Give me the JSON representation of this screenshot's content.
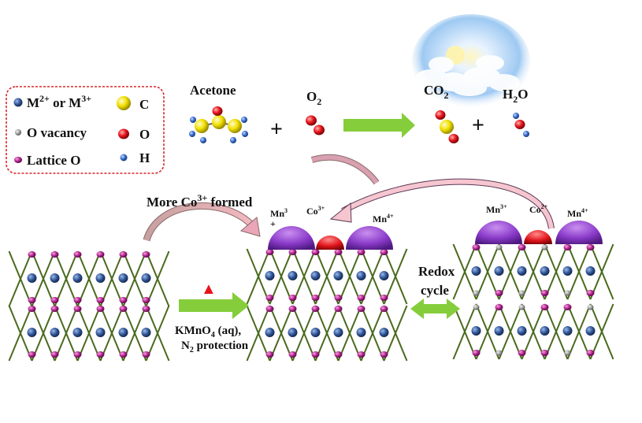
{
  "legend": {
    "metal_label": "M",
    "metal_sup1": "2+",
    "metal_or": " or M",
    "metal_sup2": "3+",
    "vacancy": "O vacancy",
    "lattice_o": "Lattice O",
    "carbon": "C",
    "oxygen": "O",
    "hydrogen": "H"
  },
  "reaction": {
    "acetone": "Acetone",
    "o2": "O",
    "o2_sub": "2",
    "co2": "CO",
    "co2_sub": "2",
    "h2o_h": "H",
    "h2o_sub": "2",
    "h2o_o": "O",
    "plus": "+"
  },
  "middle": {
    "more_co": "More Co",
    "more_co_sup": "3+",
    "more_co_end": " formed",
    "mn3": "Mn",
    "mn3_sup": "3",
    "mn3_plus": "+",
    "co3": "Co",
    "co3_sup": "3+",
    "mn4": "Mn",
    "mn4_sup": "4+"
  },
  "right": {
    "mn3": "Mn",
    "mn3_sup": "3+",
    "co2": "Co",
    "co2_sup": "2+",
    "mn4": "Mn",
    "mn4_sup": "4+"
  },
  "conditions": {
    "heat": "▲",
    "kmno4": "KMnO",
    "kmno4_sub": "4",
    "kmno4_end": " (aq),",
    "n2": "N",
    "n2_sub": "2",
    "n2_end": " protection"
  },
  "redox": {
    "line1": "Redox",
    "line2": "cycle"
  },
  "colors": {
    "metal": "#2f5597",
    "lattice_o": "#b0208f",
    "vacancy": "#9a9a9a",
    "carbon": "#f2e100",
    "oxygen": "#e8141b",
    "hydrogen": "#3a6fd0",
    "bond": "#4a6a1e",
    "arrow": "#86cd3c",
    "purple": "#8a3ac8",
    "red": "#e0141b"
  }
}
